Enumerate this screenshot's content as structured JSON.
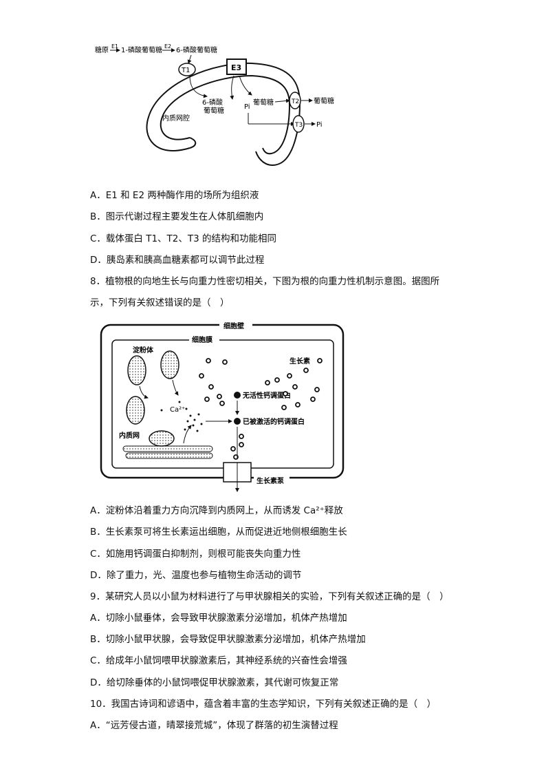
{
  "figure1": {
    "pathway_start": "糖原",
    "e1": "E1",
    "product1": "1-磷酸葡萄糖",
    "e2": "E2",
    "product2": "6-磷酸葡萄糖",
    "t1": "T1",
    "e3": "E3",
    "inner_g6p_line1": "6-磷酸",
    "inner_g6p_line2": "葡萄糖",
    "pi_inner": "Pi",
    "glucose_inner": "葡萄糖",
    "t2": "T2",
    "t3": "T3",
    "glucose_out": "葡萄糖",
    "pi_out": "Pi",
    "er_lumen": "内质网腔"
  },
  "q7_options": [
    "A．E1 和 E2 两种酶作用的场所为组织液",
    "B．图示代谢过程主要发生在人体肌细胞内",
    "C．载体蛋白 T1、T2、T3 的结构和功能相同",
    "D．胰岛素和胰高血糖素都可以调节此过程"
  ],
  "q8": {
    "stem_line1": "8．植物根的向地生长与向重力性密切相关，下图为根的向重力性机制示意图。据图所",
    "stem_line2": "示，下列有关叙述错误的是（　）"
  },
  "figure2": {
    "cell_wall": "细胞壁",
    "cell_membrane": "细胞膜",
    "amyloplast": "淀粉体",
    "auxin": "生长素",
    "calcium": "Ca²⁺",
    "inactive_cam": "无活性钙调蛋白",
    "active_cam": "已被激活的钙调蛋白",
    "er": "内质网",
    "auxin_pump": "生长素泵"
  },
  "q8_options": [
    "A．淀粉体沿着重力方向沉降到内质网上，从而诱发 Ca²⁺释放",
    "B．生长素泵可将生长素运出细胞，从而促进近地侧根细胞生长",
    "C．如施用钙调蛋白抑制剂，则根可能丧失向重力性",
    "D．除了重力，光、温度也参与植物生命活动的调节"
  ],
  "q9": {
    "stem": "9．某研究人员以小鼠为材料进行了与甲状腺相关的实验，下列有关叙述正确的是（　）",
    "options": [
      "A．切除小鼠垂体，会导致甲状腺激素分泌增加，机体产热增加",
      "B．切除小鼠甲状腺，会导致促甲状腺激素分泌增加，机体产热增加",
      "C．给成年小鼠饲喂甲状腺激素后，其神经系统的兴奋性会增强",
      "D．给切除垂体的小鼠饲喂促甲状腺激素，其代谢可恢复正常"
    ]
  },
  "q10": {
    "stem": "10．我国古诗词和谚语中，蕴含着丰富的生态学知识，下列有关叙述正确的是（　）",
    "options": [
      "A．“远芳侵古道，晴翠接荒城”，体现了群落的初生演替过程"
    ]
  }
}
